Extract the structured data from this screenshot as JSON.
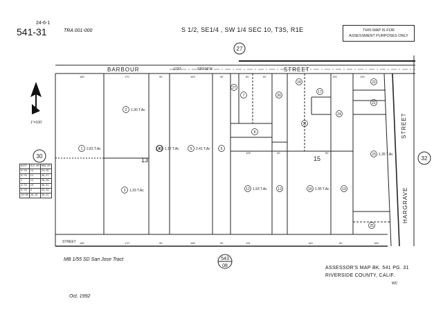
{
  "header": {
    "ref": "24-6-1",
    "map_number": "541-31",
    "tra": "TRA 001-000",
    "location": "S 1/2, SE1/4 , SW 1/4 SEC 10, T3S, R1E",
    "notice_line1": "THIS MAP IS FOR",
    "notice_line2": "ASSESSMENT PURPOSES ONLY"
  },
  "streets": {
    "barbour_left": "BARBOUR",
    "barbour_right": "STREET",
    "barbour_dim": "1320'",
    "barbour_bearing": "S89°36'W",
    "hargrave_top": "STREET",
    "hargrave_bottom": "HARGRAVE",
    "south": "STREET"
  },
  "circles": {
    "north": "27",
    "west": "30",
    "east": "32",
    "south_top": "543",
    "south_bottom": "08"
  },
  "north_arrow": {
    "scale": "1\"=100'"
  },
  "blocks": {
    "b13": "13",
    "b15": "15"
  },
  "parcels": [
    {
      "num": "1",
      "acre": "2.81 T.Ac"
    },
    {
      "num": "2",
      "acre": "1.30 T.Ac"
    },
    {
      "num": "3",
      "acre": "1.29 T.Ac"
    },
    {
      "num": "4",
      "acre": ""
    },
    {
      "num": "5",
      "acre": "2.41 T.Ac"
    },
    {
      "num": "6",
      "acre": ""
    },
    {
      "num": "7",
      "acre": ""
    },
    {
      "num": "8",
      "acre": ""
    },
    {
      "num": "12",
      "acre": "1.93 T.Ac"
    },
    {
      "num": "13",
      "acre": ""
    },
    {
      "num": "16",
      "acre": "1.95 T.Ac"
    },
    {
      "num": "17",
      "acre": ""
    },
    {
      "num": "18",
      "acre": ""
    },
    {
      "num": "19",
      "acre": ""
    },
    {
      "num": "20",
      "acre": "1.17 T.Ac"
    },
    {
      "num": "21",
      "acre": ""
    },
    {
      "num": "22",
      "acre": ""
    },
    {
      "num": "23",
      "acre": "1.35 T.Ac"
    },
    {
      "num": "24",
      "acre": ""
    },
    {
      "num": "25",
      "acre": ""
    },
    {
      "num": "27",
      "acre": ""
    },
    {
      "num": "30",
      "acre": ""
    },
    {
      "num": "31",
      "acre": ""
    }
  ],
  "dims": [
    "180",
    "170",
    "90",
    "169",
    "90",
    "100",
    "60",
    "60",
    "100",
    "125",
    "180",
    "170",
    "169",
    "90",
    "131",
    "90",
    "185",
    "145",
    "60",
    "40",
    "50"
  ],
  "legend_rows": [
    [
      "DATE",
      "OLD NO",
      "NEW NO"
    ],
    [
      "5/78",
      "14",
      "24,25"
    ],
    [
      "6/78",
      "11",
      "26,27"
    ],
    [
      "1",
      "14",
      "28,29"
    ],
    [
      "2/79",
      "10",
      "30,31"
    ],
    [
      "6/79",
      "9",
      "32,33"
    ],
    [
      "10/88",
      "28,29",
      "30,31"
    ]
  ],
  "footer": {
    "tract": "MB 1/55 SD    San Jose Tract",
    "date": "Oct. 1992",
    "assessor_line1": "ASSESSOR'S MAP BK. 541 PG. 31",
    "assessor_line2": "RIVERSIDE COUNTY, CALIF.",
    "initials": "WC"
  }
}
